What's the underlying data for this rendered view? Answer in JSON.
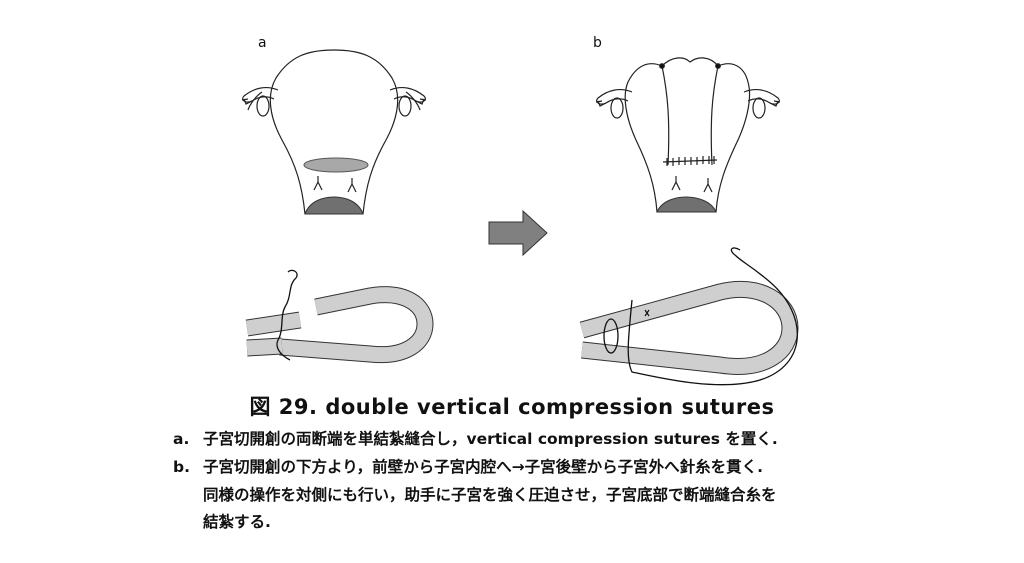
{
  "panels": {
    "a_label": "a",
    "b_label": "b"
  },
  "arrow": {
    "color": "#808080",
    "icon": "right-arrow-icon"
  },
  "colors": {
    "outline": "#222222",
    "cervix": "#707070",
    "incision": "#a8a8a8",
    "strip": "#cfcfcf"
  },
  "caption": {
    "title": "図 29. double vertical compression sutures",
    "items": [
      {
        "letter": "a.",
        "text": "子宮切開創の両断端を単結紮縫合し，vertical compression sutures を置く."
      },
      {
        "letter": "b.",
        "text": "子宮切開創の下方より，前壁から子宮内腔へ→子宮後壁から子宮外へ針糸を貫く."
      },
      {
        "letter": "",
        "text": "同様の操作を対側にも行い，助手に子宮を強く圧迫させ，子宮底部で断端縫合糸を"
      },
      {
        "letter": "",
        "text": "結紮する."
      }
    ]
  }
}
